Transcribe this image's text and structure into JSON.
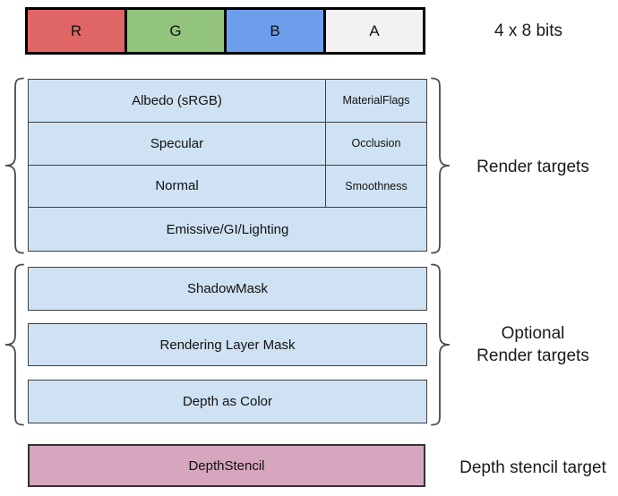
{
  "top_strip": {
    "caption": "4 x 8 bits",
    "cells": [
      {
        "label": "R",
        "color": "#E06666"
      },
      {
        "label": "G",
        "color": "#93C47D"
      },
      {
        "label": "B",
        "color": "#6D9EEB"
      },
      {
        "label": "A",
        "color": "#F2F2F2"
      }
    ]
  },
  "render_targets": {
    "label": "Render targets",
    "rows": [
      {
        "main": "Albedo (sRGB)",
        "alpha": "MaterialFlags"
      },
      {
        "main": "Specular",
        "alpha": "Occlusion"
      },
      {
        "main": "Normal",
        "alpha": "Smoothness"
      },
      {
        "main": "Emissive/GI/Lighting"
      }
    ]
  },
  "optional_targets": {
    "label_line1": "Optional",
    "label_line2": "Render targets",
    "rows": [
      "ShadowMask",
      "Rendering Layer Mask",
      "Depth as Color"
    ]
  },
  "depth_stencil": {
    "box_label": "DepthStencil",
    "side_label": "Depth stencil target",
    "color": "#D5A6BD"
  },
  "colors": {
    "row_fill": "#CFE2F3",
    "border": "#3F3F3F",
    "brace": "#4A4A4A"
  }
}
